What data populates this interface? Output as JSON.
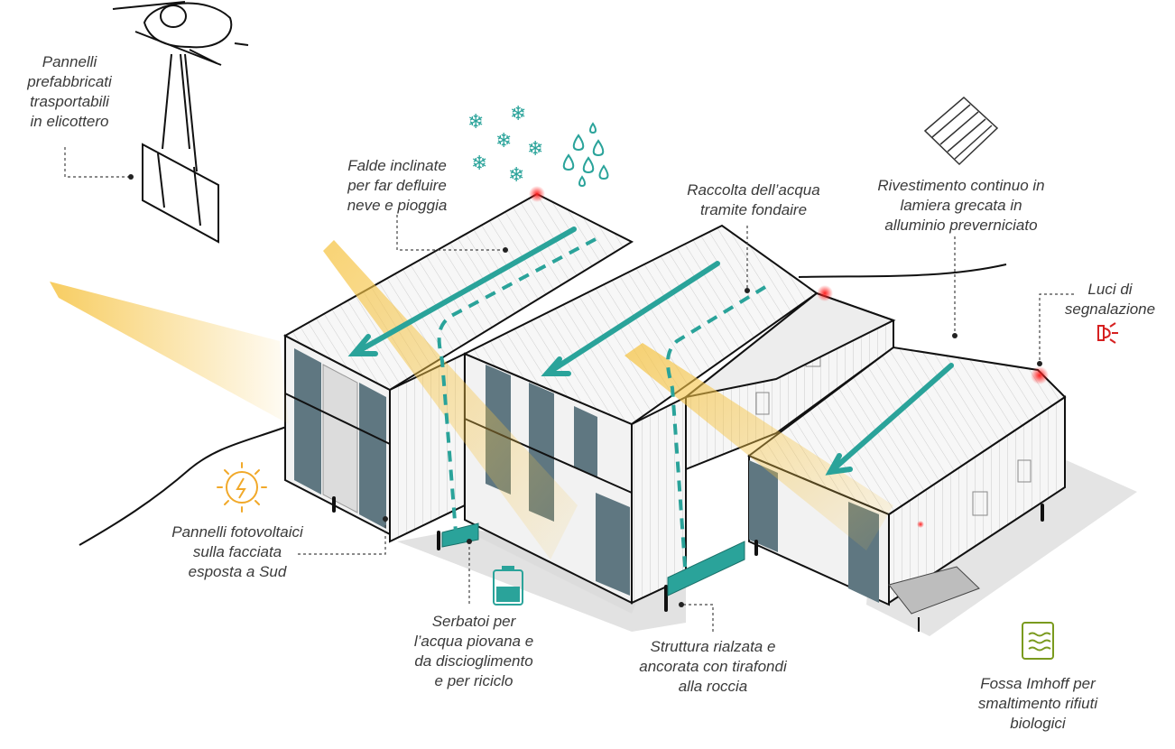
{
  "colors": {
    "teal": "#2aa39a",
    "sun": "#f6c445",
    "glass": "#5f7781",
    "wall": "#f4f4f4",
    "shadow": "#e3e3e3",
    "warning_red": "#e02020",
    "olive": "#7a9a1e",
    "orange": "#f1a92a"
  },
  "icons": {
    "helicopter": "helicopter-icon",
    "snow": "snowflake-icon",
    "rain": "raindrop-icon",
    "sheet": "corrugated-sheet-icon",
    "warning_light": "warning-light-icon",
    "solar": "solar-sun-icon",
    "tank": "water-tank-icon",
    "septic": "septic-tank-icon"
  },
  "labels": {
    "helicopter": [
      "Pannelli",
      "prefabbricati",
      "trasportabili",
      "in elicottero"
    ],
    "slopes": [
      "Falde inclinate",
      "per far defluire",
      "neve e pioggia"
    ],
    "water_collection": [
      "Raccolta dell’acqua",
      "tramite fondaire"
    ],
    "cladding": [
      "Rivestimento continuo in",
      "lamiera grecata in",
      "alluminio preverniciato"
    ],
    "lights": [
      "Luci di",
      "segnalazione"
    ],
    "photovoltaic": [
      "Pannelli fotovoltaici",
      "sulla facciata",
      "esposta a Sud"
    ],
    "tanks": [
      "Serbatoi per",
      "l’acqua piovana e",
      "da discioglimento",
      "e per riciclo"
    ],
    "structure": [
      "Struttura rialzata e",
      "ancorata con tirafondi",
      "alla roccia"
    ],
    "septic": [
      "Fossa Imhoff per",
      "smaltimento rifiuti",
      "biologici"
    ]
  }
}
